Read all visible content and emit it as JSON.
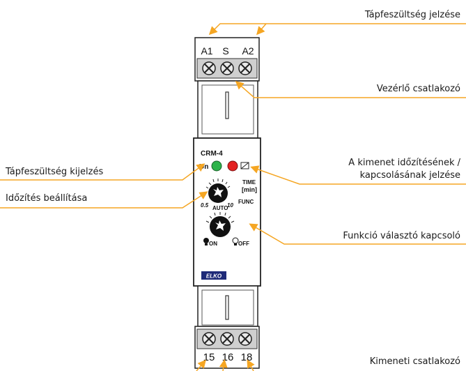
{
  "device": {
    "terminals_top": [
      "A1",
      "S",
      "A2"
    ],
    "terminals_bottom": [
      "15",
      "16",
      "18"
    ],
    "model": "CRM-4",
    "led_un_label": "Un",
    "time_label": "TIME",
    "time_unit": "[min]",
    "time_min": "0.5",
    "time_max": "10",
    "func_label": "FUNC",
    "auto_label": "AUTO",
    "on_label": "ON",
    "off_label": "OFF",
    "brand": "ELKO",
    "colors": {
      "accent_line": "#f5a623",
      "led_green": "#2db34a",
      "led_red": "#e32222"
    }
  },
  "callouts": {
    "supply_indication": "Tápfeszültség jelzése",
    "control_terminal": "Vezérlő csatlakozó",
    "output_timing_1": "A kimenet időzítésének /",
    "output_timing_2": "kapcsolásának jelzése",
    "supply_display": "Tápfeszültség kijelzés",
    "time_setting": "Időzítés beállítása",
    "function_switch": "Funkció választó kapcsoló",
    "output_terminal": "Kimeneti csatlakozó"
  }
}
